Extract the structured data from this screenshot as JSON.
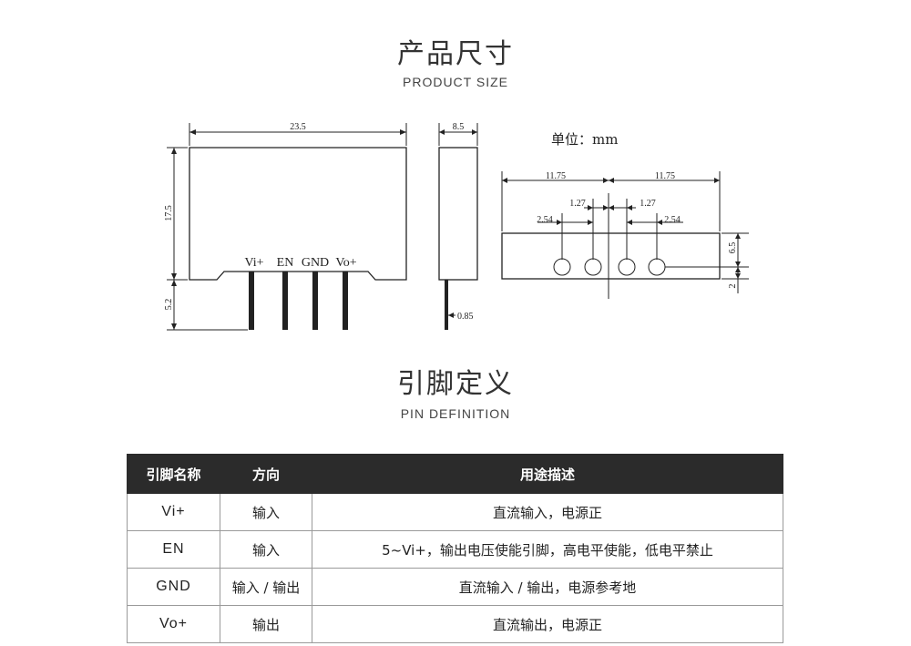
{
  "size_section": {
    "title": "产品尺寸",
    "subtitle": "PRODUCT SIZE"
  },
  "drawing": {
    "front": {
      "width": "23.5",
      "height": "17.5",
      "pin_length": "5.2",
      "pin_labels": [
        "Vi+",
        "EN",
        "GND",
        "Vo+"
      ]
    },
    "side": {
      "thickness": "8.5",
      "pin_thickness": "0.85"
    },
    "bottom": {
      "unit_label": "单位：mm",
      "half_left": "11.75",
      "half_right": "11.75",
      "inner_left": "1.27",
      "inner_right": "1.27",
      "outer_left": "2.54",
      "outer_right": "2.54",
      "height": "6.5",
      "pin_offset": "2"
    }
  },
  "pin_section": {
    "title": "引脚定义",
    "subtitle": "PIN DEFINITION"
  },
  "table": {
    "headers": [
      "引脚名称",
      "方向",
      "用途描述"
    ],
    "rows": [
      [
        "Vi+",
        "输入",
        "直流输入，电源正"
      ],
      [
        "EN",
        "输入",
        "5~Vi+，输出电压使能引脚，高电平使能，低电平禁止"
      ],
      [
        "GND",
        "输入 / 输出",
        "直流输入 / 输出，电源参考地"
      ],
      [
        "Vo+",
        "输出",
        "直流输出，电源正"
      ]
    ]
  }
}
